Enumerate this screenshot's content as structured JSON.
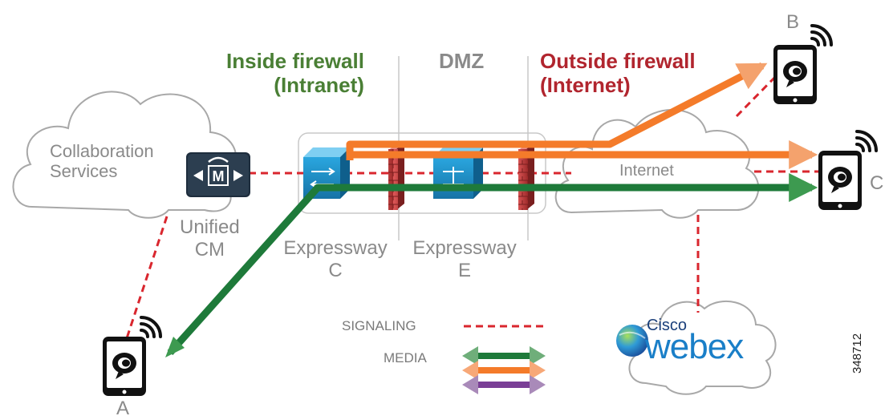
{
  "zones": {
    "inside": {
      "line1": "Inside firewall",
      "line2": "(Intranet)",
      "color": "#4a7f35"
    },
    "dmz": {
      "label": "DMZ",
      "color": "#8a8a8a"
    },
    "outside": {
      "line1": "Outside firewall",
      "line2": "(Internet)",
      "color": "#b1252e"
    }
  },
  "clouds": {
    "collaboration": {
      "line1": "Collaboration",
      "line2": "Services"
    },
    "internet": {
      "label": "Internet"
    },
    "webex": {
      "brand_small": "Cisco",
      "brand_big": "webex"
    }
  },
  "nodes": {
    "unified_cm": {
      "line1": "Unified",
      "line2": "CM"
    },
    "expressway_c": {
      "line1": "Expressway",
      "line2": "C"
    },
    "expressway_e": {
      "line1": "Expressway",
      "line2": "E"
    }
  },
  "endpoints": {
    "a": "A",
    "b": "B",
    "c": "C"
  },
  "legend": {
    "signaling": "SIGNALING",
    "media": "MEDIA"
  },
  "figure_id": "348712",
  "colors": {
    "signaling": "#d9262e",
    "media_green": "#1e7a3a",
    "media_orange": "#f47b2a",
    "media_purple": "#7a3f96",
    "cloud_stroke": "#a8a8a8",
    "firewall": "#c23b3b",
    "expressway": "#1e90c8"
  },
  "icons": [
    "cloud",
    "unified-cm-icon",
    "router-icon",
    "switch-icon",
    "firewall-icon",
    "tablet-icon",
    "wifi-icon",
    "webex-logo"
  ]
}
